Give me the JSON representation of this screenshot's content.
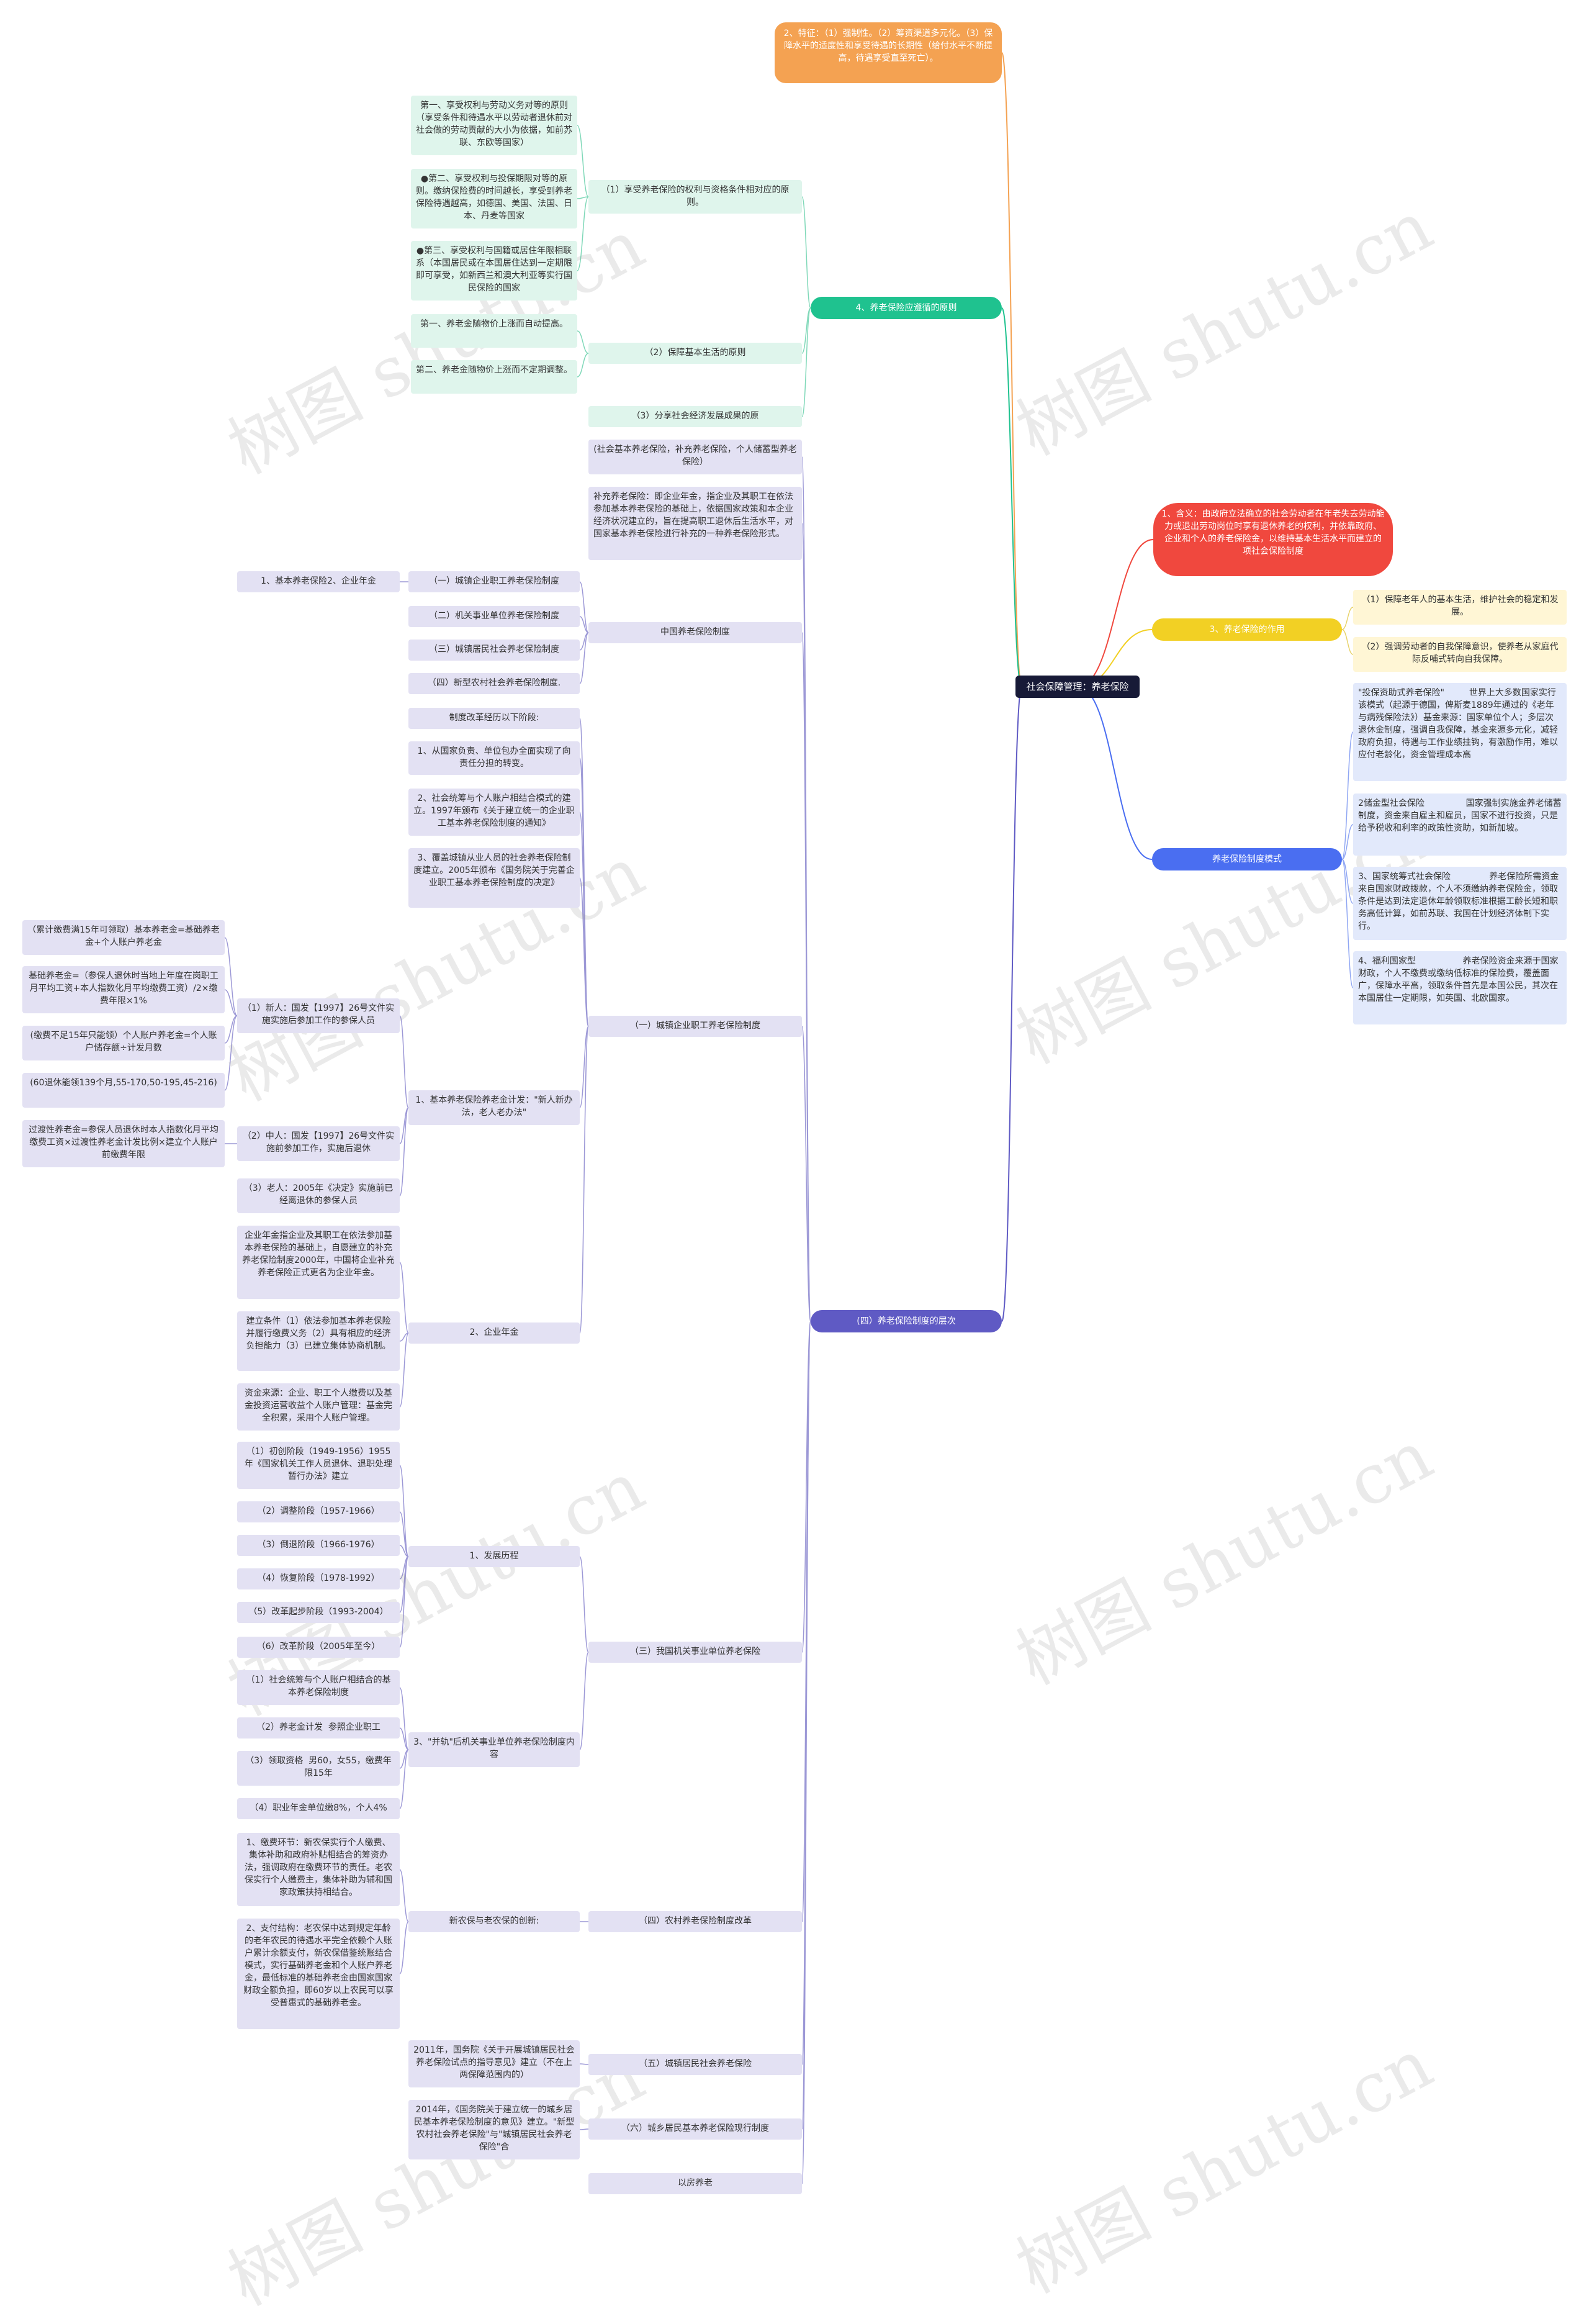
{
  "root": "社会保障管理：养老保险",
  "branches": {
    "feature": "2、特征：（1）强制性。（2）筹资渠道多元化。（3）保障水平的适度性和享受待遇的长期性（给付水平不断提高，待遇享受直至死亡）。",
    "principles": "4、养老保险应遵循的原则",
    "definition": "1、含义：由政府立法确立的社会劳动者在年老失去劳动能力或退出劳动岗位时享有退休养老的权利，并依靠政府、企业和个人的养老保险金，以维持基本生活水平而建立的项社会保险制度",
    "role": "3、养老保险的作用",
    "modes": "养老保险制度模式",
    "levels": "(四）养老保险制度的层次"
  },
  "principles": {
    "p1": "（1）享受养老保险的权利与资格条件相对应的原则。",
    "p1_items": [
      "第一、享受权利与劳动义务对等的原则（享受条件和待遇水平以劳动者退休前对社会做的劳动贡献的大小为依据，如前苏联、东欧等国家）",
      "●第二、享受权利与投保期限对等的原则。缴纳保险费的时间越长，享受到养老保险待遇越高，如德国、美国、法国、日本、丹麦等国家",
      "●第三、享受权利与国籍或居住年限相联系（本国居民或在本国居住达到一定期限即可享受，如新西兰和澳大利亚等实行国民保险的国家"
    ],
    "p2": "（2）保障基本生活的原则",
    "p2_items": [
      "第一、养老金随物价上涨而自动提高。",
      "第二、养老金随物价上涨而不定期调整。"
    ],
    "p3": "（3）分享社会经济发展成果的原"
  },
  "role": [
    "（1）保障老年人的基本生活，维护社会的稳定和发展。",
    "（2）强调劳动者的自我保障意识，使养老从家庭代际反哺式转向自我保障。"
  ],
  "modes": [
    "\"投保资助式养老保险\"         世界上大多数国家实行该模式（起源于德国，俾斯麦1889年通过的《老年与病残保险法》）基金来源：国家单位个人；多层次退休金制度，强调自我保障，基金来源多元化，减轻政府负担，待遇与工作业绩挂钩，有激励作用，难以应付老龄化，资金管理成本高",
    "2储金型社会保险               国家强制实施金养老储蓄制度，资金来自雇主和雇员，国家不进行投资，只是给予税收和利率的政策性资助，如新加坡。",
    "3、国家统筹式社会保险              养老保险所需资金来自国家财政拨款，个人不须缴纳养老保险金，领取条件是达到法定退休年龄领取标准根据工龄长短和职务高低计算，如前苏联、我国在计划经济体制下实行。",
    "4、福利国家型                 养老保险资金来源于国家财政，个人不缴费或缴纳低标准的保险费，覆盖面广，保障水平高，领取条件首先是本国公民，其次在本国居住一定期限，如英国、北欧国家。"
  ],
  "levels": {
    "intro": "(社会基本养老保险，补充养老保险，个人储蓄型养老保险）",
    "supplement": "补充养老保险：即企业年金，指企业及其职工在依法参加基本养老保险的基础上，依据国家政策和本企业经济状况建立的，旨在提高职工退休后生活水平，对国家基本养老保险进行补充的一种养老保险形式。",
    "china": "中国养老保险制度",
    "china_items": [
      "（一）城镇企业职工养老保险制度",
      "（二）机关事业单位养老保险制度",
      "（三）城镇居民社会养老保险制度",
      "（四）新型农村社会养老保险制度."
    ],
    "china_sub": "1、基本养老保险2、企业年金",
    "urban": "（一）城镇企业职工养老保险制度",
    "reform_intro": "制度改革经历以下阶段:",
    "reform_stages": [
      "1、从国家负责、单位包办全面实现了向责任分担的转变。",
      "2、社会统筹与个人账户相结合模式的建立。1997年颁布《关于建立统一的企业职工基本养老保险制度的通知》",
      "3、覆盖城镇从业人员的社会养老保险制度建立。2005年颁布《国务院关于完善企业职工基本养老保险制度的决定》"
    ],
    "calc": "1、基本养老保险养老金计发：\"新人新办法，老人老办法\"",
    "new_people": "（1）新人：国发【1997】26号文件实施实施后参加工作的参保人员",
    "new_items": [
      "（累计缴费满15年可领取）基本养老金=基础养老金+个人账户养老金",
      "基础养老金=（参保人退休时当地上年度在岗职工月平均工资+本人指数化月平均缴费工资）/2×缴费年限×1%",
      "(缴费不足15年只能领）个人账户养老金=个人账户储存额÷计发月数",
      "(60退休能领139个月,55-170,50-195,45-216)"
    ],
    "middle": "（2）中人：国发【1997】26号文件实施前参加工作，实施后退休",
    "middle_item": "过渡性养老金=参保人员退休时本人指数化月平均缴费工资×过渡性养老金计发比例×建立个人账户前缴费年限",
    "old": "（3）老人：2005年《决定》实施前已经离退休的参保人员",
    "annuity": "2、企业年金",
    "annuity_items": [
      "企业年金指企业及其职工在依法参加基本养老保险的基础上，自愿建立的补充养老保险制度2000年，中国将企业补充养老保险正式更名为企业年金。",
      "建立条件（1）依法参加基本养老保险并履行缴费义务（2）具有相应的经济负担能力（3）已建立集体协商机制。",
      "资金来源：企业、职工个人缴费以及基金投资运营收益个人账户管理：基金完全积累，采用个人账户管理。"
    ],
    "gov": "（三）我国机关事业单位养老保险",
    "history": "1、发展历程",
    "history_items": [
      "（1）初创阶段（1949-1956）1955年《国家机关工作人员退休、退职处理暂行办法》建立",
      "（2）调整阶段（1957-1966）",
      "（3）倒退阶段（1966-1976）",
      "（4）恢复阶段（1978-1992）",
      "（5）改革起步阶段（1993-2004）",
      "（6）改革阶段（2005年至今）"
    ],
    "merge": "3、\"并轨\"后机关事业单位养老保险制度内容",
    "merge_items": [
      "（1）社会统筹与个人账户相结合的基本养老保险制度",
      "（2）养老金计发  参照企业职工",
      "（3）领取资格  男60，女55，缴费年限15年",
      "（4）职业年金单位缴8%，个人4%"
    ],
    "rural": "（四）农村养老保险制度改革",
    "rural_sub": "新农保与老农保的创新:",
    "rural_items": [
      "1、缴费环节：新农保实行个人缴费、集体补助和政府补贴相结合的筹资办法，强调政府在缴费环节的责任。老农保实行个人缴费主，集体补助为辅和国家政策扶持相结合。",
      "2、支付结构：老农保中达到规定年龄的老年农民的待遇水平完全依赖个人账户累计余额支付，新农保借鉴统账结合模式，实行基础养老金和个人账户养老金，最低标准的基础养老金由国家国家财政全额负担，即60岁以上农民可以享受普惠式的基础养老金。"
    ],
    "urban_res": "（五）城镇居民社会养老保险",
    "urban_res_item": "2011年，国务院《关于开展城镇居民社会养老保险试点的指导意见》建立（不在上两保障范围内的）",
    "unified": "（六）城乡居民基本养老保险现行制度",
    "unified_item": "2014年，《国务院关于建立统一的城乡居民基本养老保险制度的意见》建立。\"新型农村社会养老保险\"与\"城镇居民社会养老保险\"合",
    "house": "以房养老"
  },
  "watermark": "树图 shutu.cn",
  "colors": {
    "root": "#171A37",
    "orange": "#F4A252",
    "green": "#1FC28F",
    "red": "#F0483E",
    "yellow": "#F2D024",
    "blue": "#4A6EF1",
    "purple": "#5F5AC4"
  }
}
